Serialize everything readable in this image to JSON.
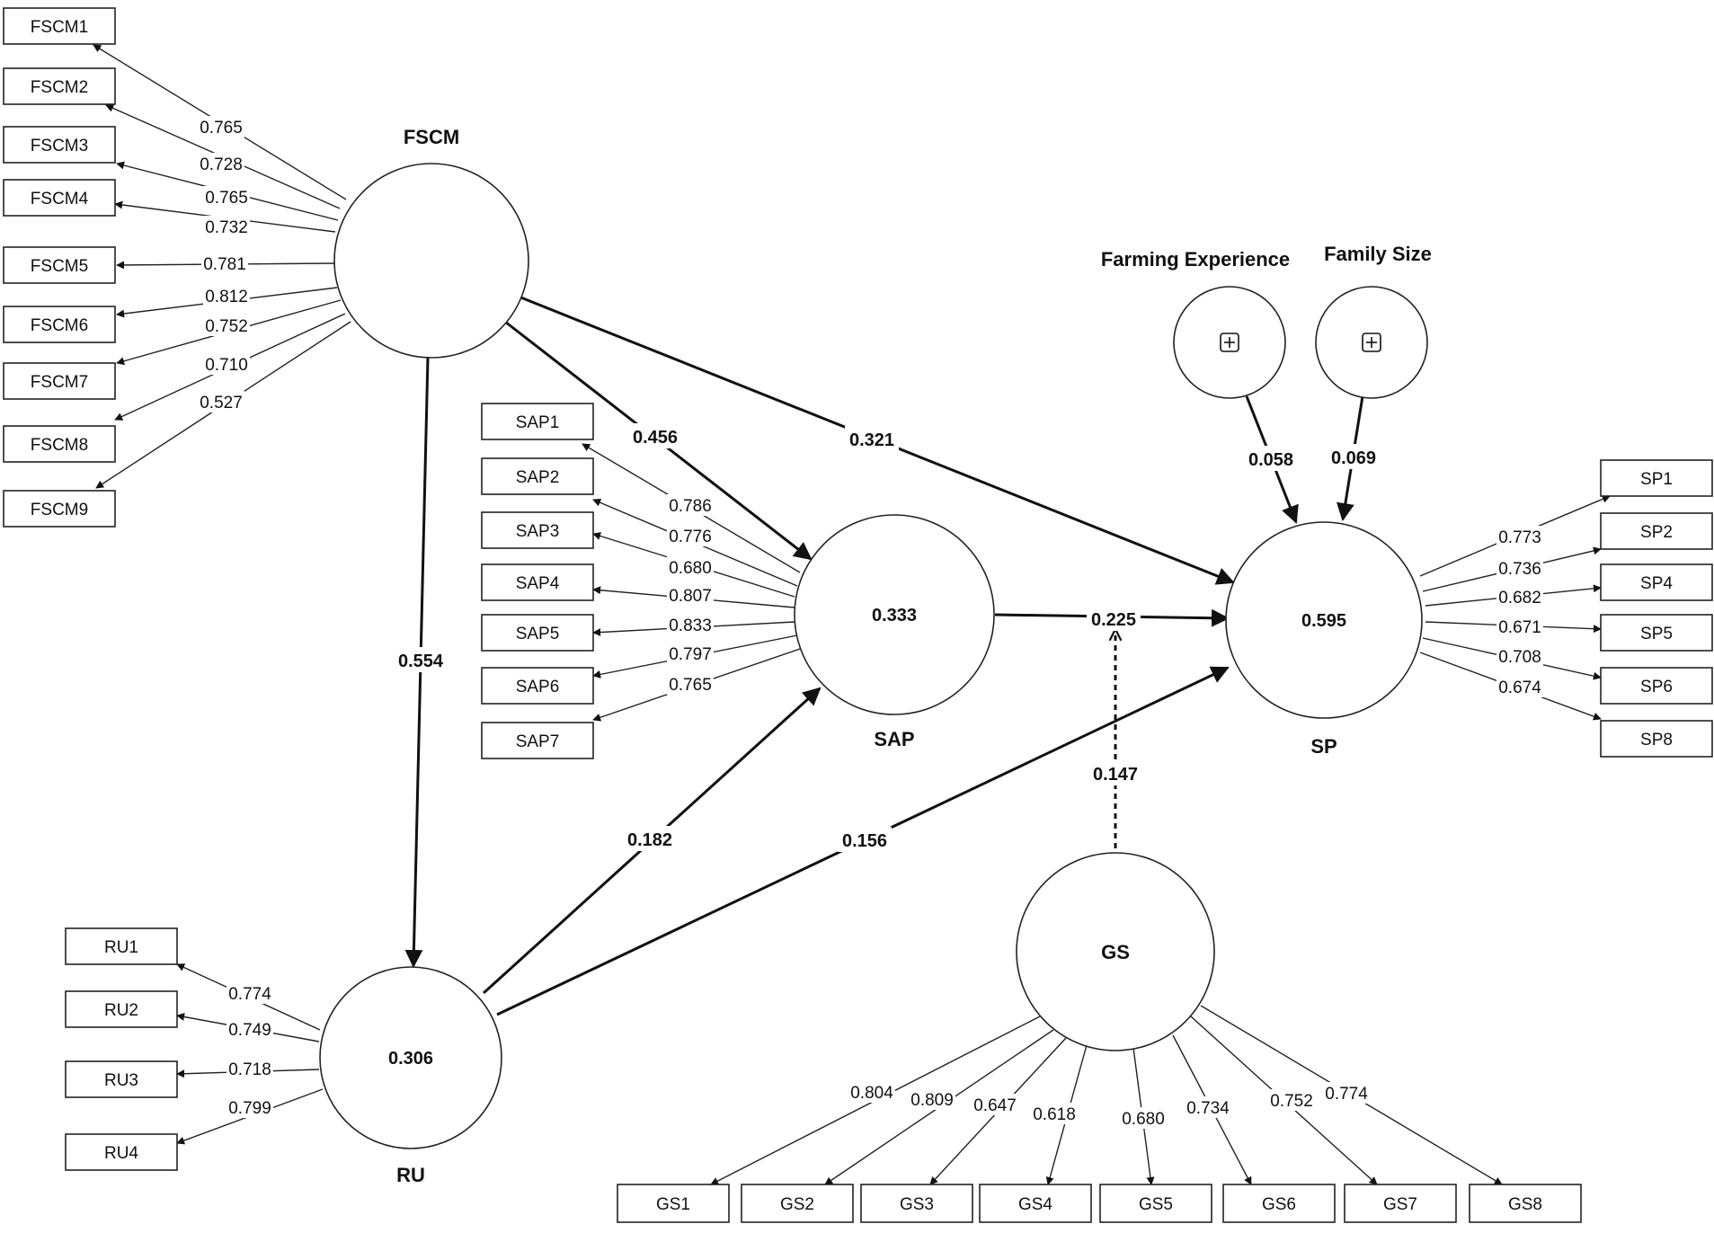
{
  "constructs": [
    {
      "id": "FSCM",
      "label": "FSCM",
      "r2": ""
    },
    {
      "id": "SAP",
      "label": "SAP",
      "r2": "0.333"
    },
    {
      "id": "SP",
      "label": "SP",
      "r2": "0.595"
    },
    {
      "id": "RU",
      "label": "RU",
      "r2": "0.306"
    },
    {
      "id": "GS",
      "label": "GS",
      "r2": ""
    },
    {
      "id": "FE",
      "label": "Farming Experience",
      "r2": "",
      "icon": "plus-box-icon"
    },
    {
      "id": "FS",
      "label": "Family Size",
      "r2": "",
      "icon": "plus-box-icon"
    }
  ],
  "indicators": [
    {
      "id": "FSCM1",
      "label": "FSCM1",
      "construct": "FSCM",
      "loading": "0.765"
    },
    {
      "id": "FSCM2",
      "label": "FSCM2",
      "construct": "FSCM",
      "loading": "0.728"
    },
    {
      "id": "FSCM3",
      "label": "FSCM3",
      "construct": "FSCM",
      "loading": "0.765"
    },
    {
      "id": "FSCM4",
      "label": "FSCM4",
      "construct": "FSCM",
      "loading": "0.732"
    },
    {
      "id": "FSCM5",
      "label": "FSCM5",
      "construct": "FSCM",
      "loading": "0.781"
    },
    {
      "id": "FSCM6",
      "label": "FSCM6",
      "construct": "FSCM",
      "loading": "0.812"
    },
    {
      "id": "FSCM7",
      "label": "FSCM7",
      "construct": "FSCM",
      "loading": "0.752"
    },
    {
      "id": "FSCM8",
      "label": "FSCM8",
      "construct": "FSCM",
      "loading": "0.710"
    },
    {
      "id": "FSCM9",
      "label": "FSCM9",
      "construct": "FSCM",
      "loading": "0.527"
    },
    {
      "id": "SAP1",
      "label": "SAP1",
      "construct": "SAP",
      "loading": "0.786"
    },
    {
      "id": "SAP2",
      "label": "SAP2",
      "construct": "SAP",
      "loading": "0.776"
    },
    {
      "id": "SAP3",
      "label": "SAP3",
      "construct": "SAP",
      "loading": "0.680"
    },
    {
      "id": "SAP4",
      "label": "SAP4",
      "construct": "SAP",
      "loading": "0.807"
    },
    {
      "id": "SAP5",
      "label": "SAP5",
      "construct": "SAP",
      "loading": "0.833"
    },
    {
      "id": "SAP6",
      "label": "SAP6",
      "construct": "SAP",
      "loading": "0.797"
    },
    {
      "id": "SAP7",
      "label": "SAP7",
      "construct": "SAP",
      "loading": "0.765"
    },
    {
      "id": "SP1",
      "label": "SP1",
      "construct": "SP",
      "loading": "0.773"
    },
    {
      "id": "SP2",
      "label": "SP2",
      "construct": "SP",
      "loading": "0.736"
    },
    {
      "id": "SP4",
      "label": "SP4",
      "construct": "SP",
      "loading": "0.682"
    },
    {
      "id": "SP5",
      "label": "SP5",
      "construct": "SP",
      "loading": "0.671"
    },
    {
      "id": "SP6",
      "label": "SP6",
      "construct": "SP",
      "loading": "0.708"
    },
    {
      "id": "SP8",
      "label": "SP8",
      "construct": "SP",
      "loading": "0.674"
    },
    {
      "id": "RU1",
      "label": "RU1",
      "construct": "RU",
      "loading": "0.774"
    },
    {
      "id": "RU2",
      "label": "RU2",
      "construct": "RU",
      "loading": "0.749"
    },
    {
      "id": "RU3",
      "label": "RU3",
      "construct": "RU",
      "loading": "0.718"
    },
    {
      "id": "RU4",
      "label": "RU4",
      "construct": "RU",
      "loading": "0.799"
    },
    {
      "id": "GS1",
      "label": "GS1",
      "construct": "GS",
      "loading": "0.804"
    },
    {
      "id": "GS2",
      "label": "GS2",
      "construct": "GS",
      "loading": "0.809"
    },
    {
      "id": "GS3",
      "label": "GS3",
      "construct": "GS",
      "loading": "0.647"
    },
    {
      "id": "GS4",
      "label": "GS4",
      "construct": "GS",
      "loading": "0.618"
    },
    {
      "id": "GS5",
      "label": "GS5",
      "construct": "GS",
      "loading": "0.680"
    },
    {
      "id": "GS6",
      "label": "GS6",
      "construct": "GS",
      "loading": "0.734"
    },
    {
      "id": "GS7",
      "label": "GS7",
      "construct": "GS",
      "loading": "0.752"
    },
    {
      "id": "GS8",
      "label": "GS8",
      "construct": "GS",
      "loading": "0.774"
    }
  ],
  "paths": [
    {
      "from": "FSCM",
      "to": "SAP",
      "coef": "0.456"
    },
    {
      "from": "FSCM",
      "to": "SP",
      "coef": "0.321"
    },
    {
      "from": "FSCM",
      "to": "RU",
      "coef": "0.554"
    },
    {
      "from": "SAP",
      "to": "SP",
      "coef": "0.225"
    },
    {
      "from": "RU",
      "to": "SAP",
      "coef": "0.182"
    },
    {
      "from": "RU",
      "to": "SP",
      "coef": "0.156"
    },
    {
      "from": "FE",
      "to": "SP",
      "coef": "0.058"
    },
    {
      "from": "FS",
      "to": "SP",
      "coef": "0.069"
    }
  ],
  "moderation": {
    "from": "GS",
    "onPath": "SAP-SP",
    "coef": "0.147"
  }
}
